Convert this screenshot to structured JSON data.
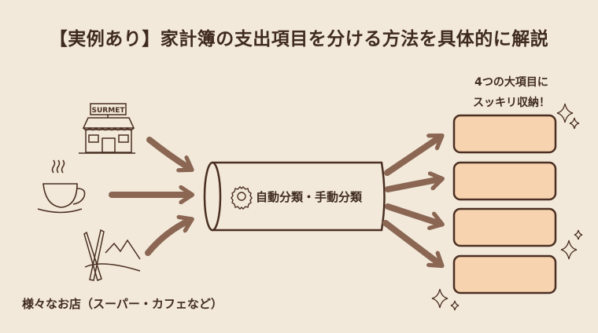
{
  "title": "【実例あり】家計簿の支出項目を分ける方法を具体的に解説",
  "sources": {
    "label": "様々なお店（スーパー・カフェなど）",
    "store_sign": "SURMET",
    "icons": [
      "store-icon",
      "coffee-cup-icon",
      "ski-mountain-icon"
    ]
  },
  "processor": {
    "label": "自動分類・手動分類",
    "icon": "gear-icon"
  },
  "categories": {
    "label_line1": "4つの大項目に",
    "label_line2": "スッキリ収納！",
    "count": 4
  },
  "colors": {
    "background": "#f2e9da",
    "outline": "#4a2f22",
    "arrow": "#8a6653",
    "box_fill": "#f7d3b0"
  }
}
